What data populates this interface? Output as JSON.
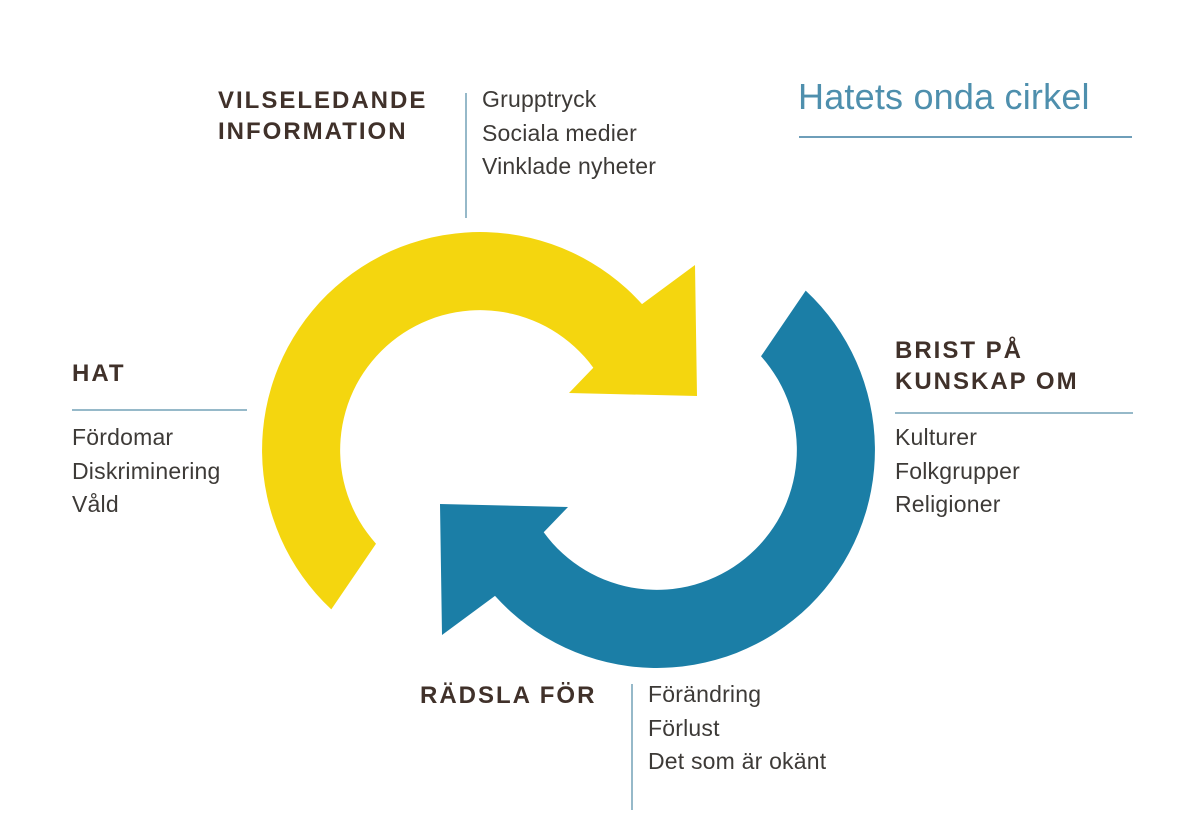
{
  "colors": {
    "yellow": "#F4D60F",
    "blue": "#1B7EA6",
    "title-blue": "#4E8FAD",
    "divider": "#96B9C9",
    "heading": "#40312A",
    "body": "#3D3A37",
    "background": "#FFFFFF"
  },
  "title": {
    "text": "Hatets onda cirkel"
  },
  "sections": {
    "misleading_information": {
      "heading_lines": [
        "VILSELEDANDE",
        "INFORMATION"
      ],
      "items": [
        "Grupptryck",
        "Sociala medier",
        "Vinklade nyheter"
      ]
    },
    "lack_of_knowledge": {
      "heading_lines": [
        "BRIST PÅ",
        "KUNSKAP OM"
      ],
      "items": [
        "Kulturer",
        "Folkgrupper",
        "Religioner"
      ]
    },
    "hate": {
      "heading_lines": [
        "HAT"
      ],
      "items": [
        "Fördomar",
        "Diskriminering",
        "Våld"
      ]
    },
    "fear_of": {
      "heading_lines": [
        "RÄDSLA FÖR"
      ],
      "items": [
        "Förändring",
        "Förlust",
        "Det som är okänt"
      ]
    }
  }
}
